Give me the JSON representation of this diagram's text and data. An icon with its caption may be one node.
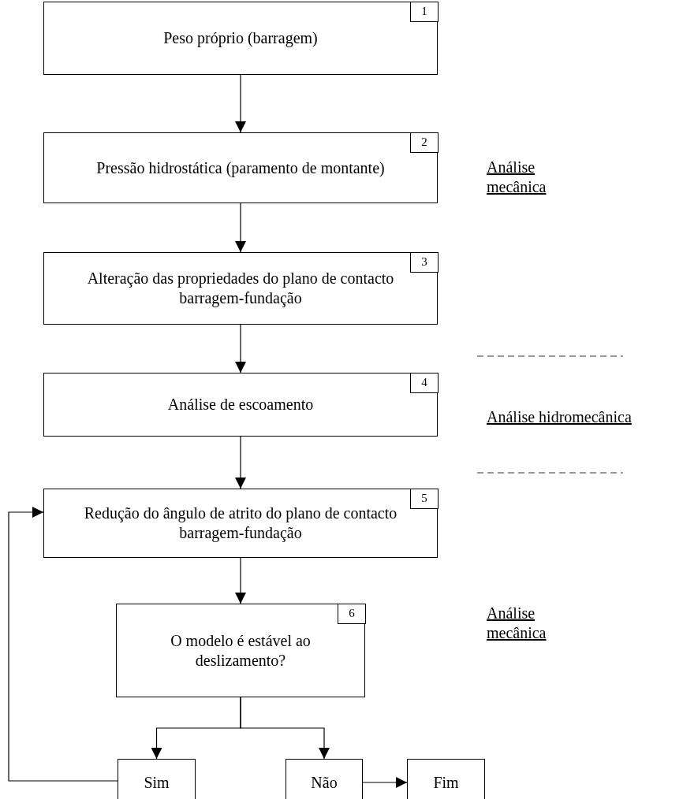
{
  "diagram": {
    "nodes": [
      {
        "text": [
          "Peso próprio (barragem)"
        ]
      },
      {
        "text": [
          "1"
        ],
        "in": 0
      },
      {
        "text": [
          "Pressão hidrostática (paramento de montante)"
        ]
      },
      {
        "text": [
          "2"
        ],
        "in": 2
      },
      {
        "text": [
          "Alteração das propriedades do plano de contacto barragem-fundação"
        ]
      },
      {
        "text": [
          "3"
        ],
        "in": 4
      },
      {
        "text": [
          "Análise de escoamento"
        ]
      },
      {
        "text": [
          "4"
        ],
        "in": 6
      },
      {
        "text": [
          "Redução do ângulo de atrito do plano de contacto barragem-fundação"
        ]
      },
      {
        "text": [
          "5"
        ],
        "in": 8
      },
      {
        "text": [
          "O modelo é estável ao deslizamento?"
        ]
      },
      {
        "text": [
          "6"
        ],
        "in": 10
      },
      {
        "text": [
          "Sim"
        ]
      },
      {
        "text": [
          "Não"
        ]
      },
      {
        "text": [
          "Fim"
        ]
      }
    ],
    "edges": [
      {
        "from": 0,
        "to": 2,
        "arrow": "to"
      },
      {
        "from": 2,
        "to": 4,
        "arrow": "to"
      },
      {
        "from": 4,
        "to": 6,
        "arrow": "to"
      },
      {
        "from": 6,
        "to": 8,
        "arrow": "to"
      },
      {
        "from": 8,
        "to": 10,
        "arrow": "to"
      },
      {
        "from": 10,
        "to": 12,
        "arrow": "to"
      },
      {
        "from": 10,
        "to": 13,
        "arrow": "to"
      },
      {
        "from": 13,
        "to": 14,
        "arrow": "to"
      },
      {
        "from": 12,
        "to": 8,
        "arrow": "to"
      }
    ],
    "labels": [
      "Análise mecânica",
      "Análise hidromecânica",
      "Análise mecânica"
    ]
  }
}
